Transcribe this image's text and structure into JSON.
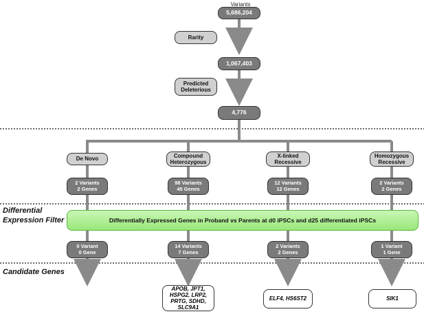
{
  "top": {
    "label": "Variants",
    "total": "5,686,204",
    "filter1": "Rarity",
    "after_rarity": "1,067,403",
    "filter2": "Predicted Deleterious",
    "after_deleterious": "4,776"
  },
  "sections": {
    "differential": "Differential Expression Filter",
    "candidates": "Candidate Genes"
  },
  "filter_box": "Differentially Expressed Genes in Proband vs Parents at d0 iPSCs and d25 differentiated iPSCs",
  "branches": [
    {
      "category": "De Novo",
      "before_variants": "2 Variants",
      "before_genes": "2 Genes",
      "after_variants": "0 Variant",
      "after_genes": "0 Gene",
      "genes": ""
    },
    {
      "category": "Compound Heterozygous",
      "before_variants": "98 Variants",
      "before_genes": "45 Genes",
      "after_variants": "14 Variants",
      "after_genes": "7 Genes",
      "genes": "APOB, JPT1, HSPG2, LRP2, PRTG, SDHD, SLC9A1"
    },
    {
      "category": "X-linked Recessive",
      "before_variants": "12 Variants",
      "before_genes": "12 Genes",
      "after_variants": "2 Variants",
      "after_genes": "2 Genes",
      "genes": "ELF4, HS6ST2"
    },
    {
      "category": "Homozygous Recessive",
      "before_variants": "2 Variants",
      "before_genes": "2 Genes",
      "after_variants": "1 Variant",
      "after_genes": "1 Gene",
      "genes": "SIK1"
    }
  ],
  "colors": {
    "dark_node": "#7a7a7a",
    "light_node": "#d0d0d0",
    "arrow": "#8a8a8a",
    "filter_green": "#b3f09a"
  }
}
